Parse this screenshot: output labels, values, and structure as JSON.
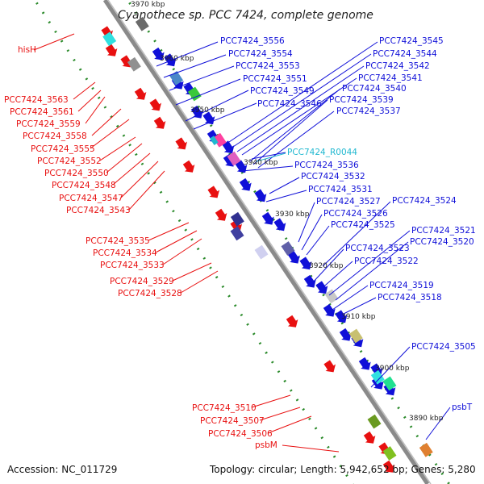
{
  "title": "Cyanothece sp. PCC 7424, complete genome",
  "accession": "Accession: NC_011729",
  "topology": "Topology: circular; Length: 5,942,652 bp; Genes: 5,280",
  "colors": {
    "forward": "#1010d8",
    "reverse": "#e81010",
    "rna": "#20b8d0",
    "ruler": "#2a8a2a",
    "backbone": "#8a8a8a"
  },
  "kbp_ticks": [
    "3970 kbp",
    "3960 kbp",
    "3950 kbp",
    "3940 kbp",
    "3930 kbp",
    "3920 kbp",
    "3910 kbp",
    "3900 kbp",
    "3890 kbp"
  ],
  "left_labels": [
    "hisH",
    "PCC7424_3563",
    "PCC7424_3561",
    "PCC7424_3559",
    "PCC7424_3558",
    "PCC7424_3555",
    "PCC7424_3552",
    "PCC7424_3550",
    "PCC7424_3548",
    "PCC7424_3547",
    "PCC7424_3543",
    "PCC7424_3535",
    "PCC7424_3534",
    "PCC7424_3533",
    "PCC7424_3529",
    "PCC7424_3528",
    "PCC7424_3510",
    "PCC7424_3507",
    "PCC7424_3506",
    "psbM"
  ],
  "right_labels": [
    "PCC7424_3556",
    "PCC7424_3554",
    "PCC7424_3553",
    "PCC7424_3551",
    "PCC7424_3549",
    "PCC7424_3546",
    "PCC7424_3545",
    "PCC7424_3544",
    "PCC7424_3542",
    "PCC7424_3541",
    "PCC7424_3540",
    "PCC7424_3539",
    "PCC7424_3537",
    "PCC7424_R0044",
    "PCC7424_3536",
    "PCC7424_3532",
    "PCC7424_3531",
    "PCC7424_3527",
    "PCC7424_3526",
    "PCC7424_3525",
    "PCC7424_3524",
    "PCC7424_3523",
    "PCC7424_3522",
    "PCC7424_3521",
    "PCC7424_3520",
    "PCC7424_3519",
    "PCC7424_3518",
    "PCC7424_3505",
    "psbT"
  ]
}
